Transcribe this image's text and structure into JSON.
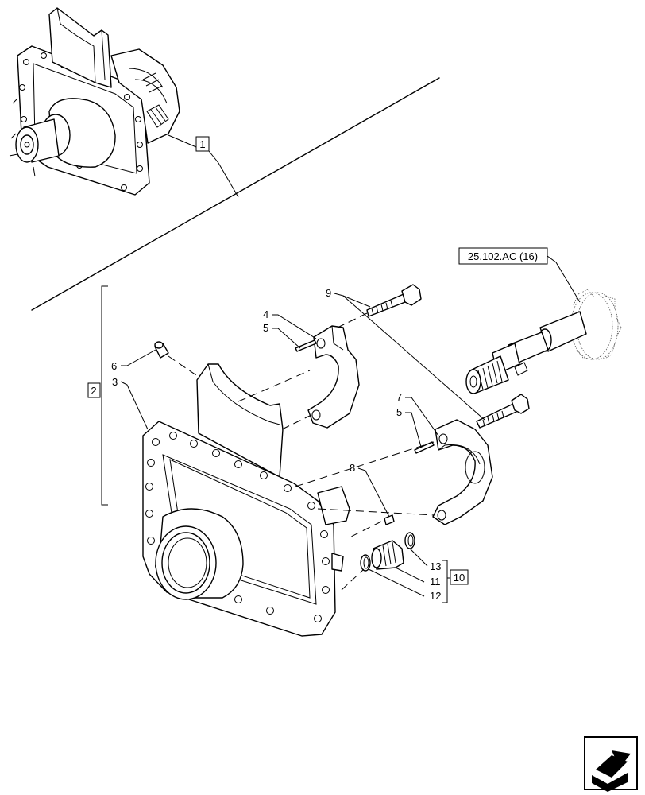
{
  "callouts": {
    "c1": "1",
    "c2": "2",
    "c3": "3",
    "c4": "4",
    "c5a": "5",
    "c5b": "5",
    "c6": "6",
    "c7": "7",
    "c8": "8",
    "c9": "9",
    "c10": "10",
    "c11": "11",
    "c12": "12",
    "c13": "13"
  },
  "reference_label": "25.102.AC (16)",
  "nav_icon": "next-page-arrow-icon"
}
